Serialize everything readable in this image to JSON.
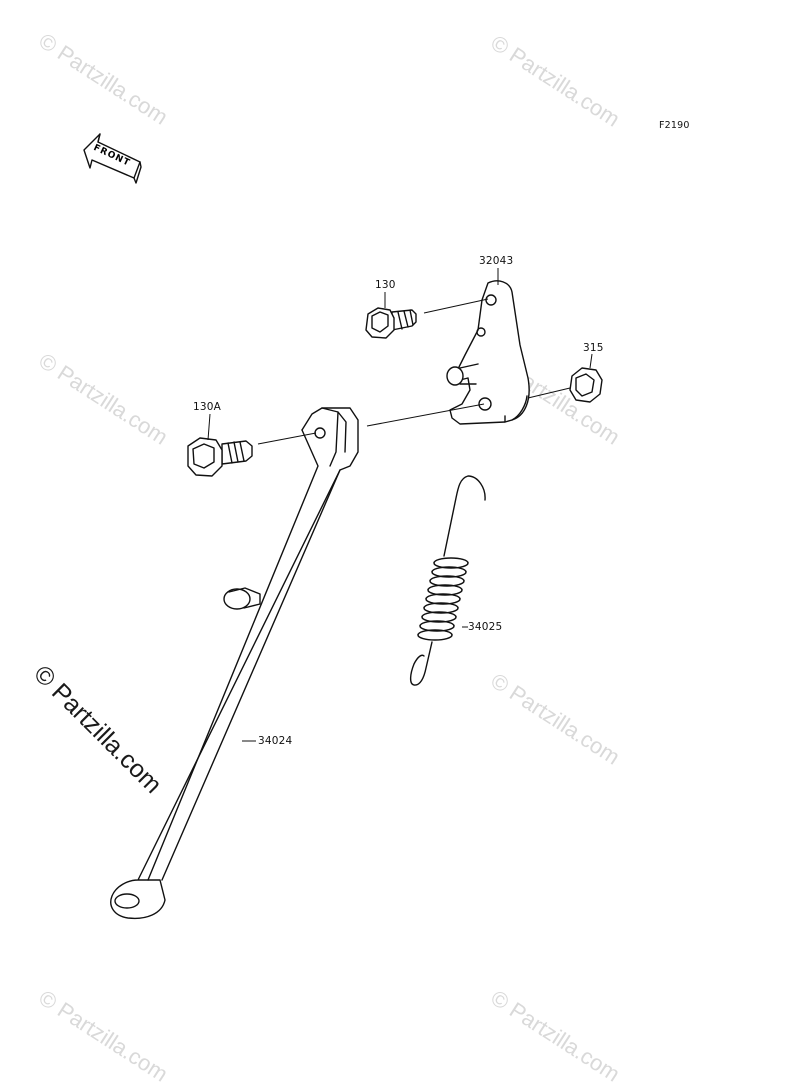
{
  "diagram_code": "F2190",
  "orientation_label": "FRONT",
  "watermark": "© Partzilla.com",
  "parts": [
    {
      "number": "32043",
      "name": "bracket"
    },
    {
      "number": "130",
      "name": "bolt"
    },
    {
      "number": "315",
      "name": "nut"
    },
    {
      "number": "130A",
      "name": "bolt"
    },
    {
      "number": "34025",
      "name": "spring"
    },
    {
      "number": "34024",
      "name": "side-stand"
    }
  ]
}
